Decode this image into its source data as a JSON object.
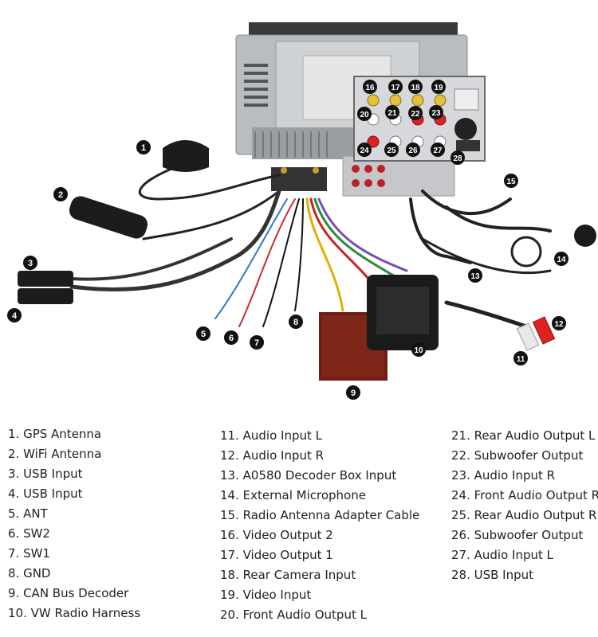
{
  "callouts": [
    "1",
    "2",
    "3",
    "4",
    "5",
    "6",
    "7",
    "8",
    "9",
    "10",
    "11",
    "12",
    "13",
    "14",
    "15",
    "16",
    "17",
    "18",
    "19",
    "20",
    "21",
    "22",
    "23",
    "24",
    "25",
    "26",
    "27",
    "28"
  ],
  "legend": {
    "col1": [
      "1. GPS Antenna",
      "2. WiFi Antenna",
      "3. USB Input",
      "4. USB Input",
      "5. ANT",
      "6.  SW2",
      "7. SW1",
      "8. GND",
      "9. CAN Bus Decoder",
      "10. VW Radio Harness"
    ],
    "col2": [
      "11. Audio Input L",
      "12. Audio Input R",
      "13. A0580 Decoder Box Input",
      "14. External Microphone",
      "15. Radio Antenna Adapter Cable",
      "16. Video Output 2",
      "17. Video Output 1",
      "18. Rear Camera Input",
      "19. Video Input",
      "20. Front Audio Output L"
    ],
    "col3": [
      "21. Rear Audio Output L",
      "22. Subwoofer Output",
      "23. Audio Input R",
      "24. Front Audio Output R",
      "25. Rear Audio Output R",
      "26. Subwoofer Output",
      "27. Audio Input L",
      "28. USB Input"
    ]
  }
}
